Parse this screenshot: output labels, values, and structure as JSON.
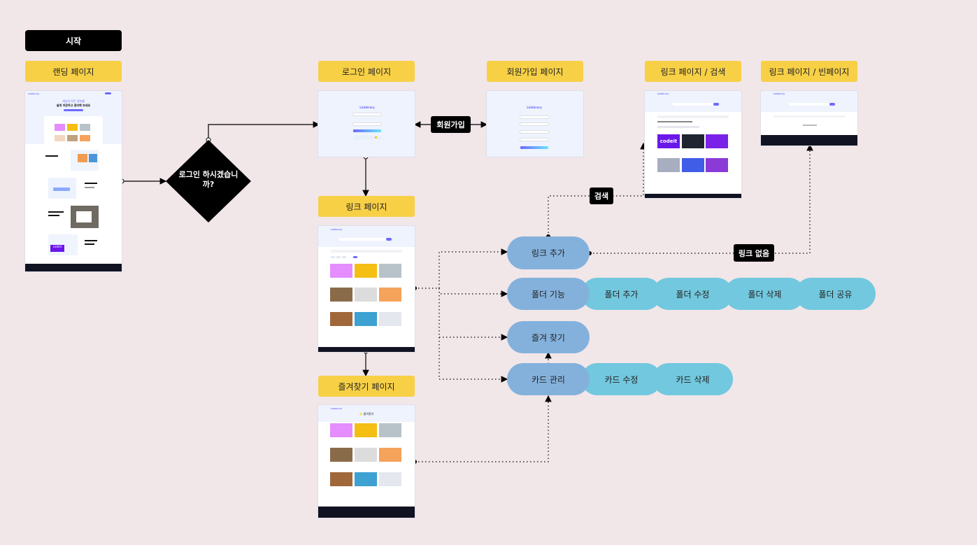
{
  "start": {
    "label": "시작"
  },
  "pages": {
    "landing": "랜딩 페이지",
    "login": "로그인 페이지",
    "signup": "회원가입 페이지",
    "link_search": "링크 페이지 / 검색",
    "link_empty": "링크 페이지 / 빈페이지",
    "link": "링크 페이지",
    "favorites": "즐겨찾기 페이지"
  },
  "decision": {
    "line1": "로그인 하시겠습니",
    "line2": "까?"
  },
  "edge_labels": {
    "signup": "회원가입",
    "search": "검색",
    "no_link": "링크 없음"
  },
  "features": {
    "add_link": "링크 추가",
    "folder": "폴더 기능",
    "folder_add": "폴더 추가",
    "folder_edit": "폴더 수정",
    "folder_delete": "폴더 삭제",
    "folder_share": "폴더 공유",
    "favorite": "즐겨 찾기",
    "card_manage": "카드 관리",
    "card_edit": "카드 수정",
    "card_delete": "카드 삭제"
  },
  "thumb_text": {
    "brand": "Linkbrary",
    "codeit": "codeit",
    "landing_headline_1": "세상의 모든 정보를",
    "landing_headline_2": "쉽게 저장하고 관리해 보세요",
    "favorites_title": "⭐ 즐겨찾기"
  },
  "colors": {
    "background": "#f1e6e8",
    "yellow": "#f7d046",
    "pill_dark": "#84b1dc",
    "pill_light": "#72c8de",
    "accent": "#6d6afe"
  }
}
